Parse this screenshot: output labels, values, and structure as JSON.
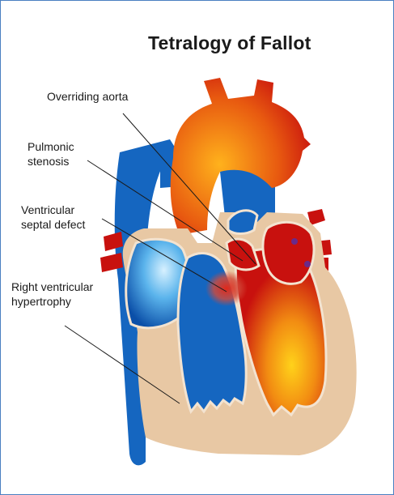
{
  "diagram": {
    "title": "Tetralogy of Fallot",
    "labels": {
      "overriding_aorta": [
        "Overriding aorta"
      ],
      "pulmonic_stenosis": [
        "Pulmonic",
        "stenosis"
      ],
      "vsd": [
        "Ventricular",
        "septal defect"
      ],
      "rvh": [
        "Right ventricular",
        "hypertrophy"
      ]
    }
  },
  "colors": {
    "border": "#4a7fc1",
    "muscle": "#e8c8a4",
    "muscle_outline": "#f3e3d0",
    "venous_blue": "#1566c0",
    "deep_blue": "#0a3f8a",
    "light_blue": "#7cc4f0",
    "arterial_red": "#c8110e",
    "arterial_orange": "#f29a16",
    "label_line": "#1a1a1a"
  }
}
